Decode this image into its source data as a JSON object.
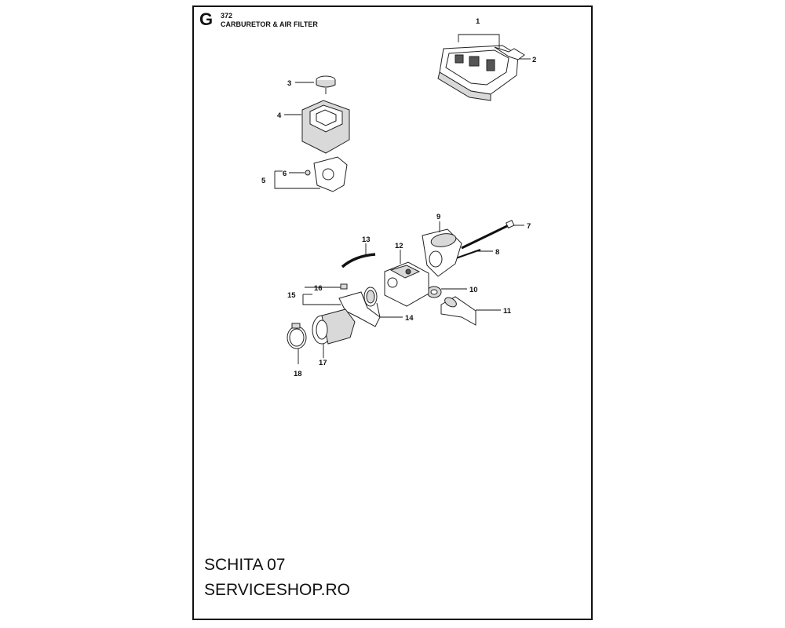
{
  "header": {
    "section_letter": "G",
    "model": "372",
    "title": "CARBURETOR & AIR FILTER"
  },
  "footer": {
    "sketch_label": "SCHITA 07",
    "site": "SERVICESHOP.RO"
  },
  "callouts": {
    "c1": "1",
    "c2": "2",
    "c3": "3",
    "c4": "4",
    "c5": "5",
    "c6": "6",
    "c7": "7",
    "c8": "8",
    "c9": "9",
    "c10": "10",
    "c11": "11",
    "c12": "12",
    "c13": "13",
    "c14": "14",
    "c15": "15",
    "c16": "16",
    "c17": "17",
    "c18": "18"
  }
}
